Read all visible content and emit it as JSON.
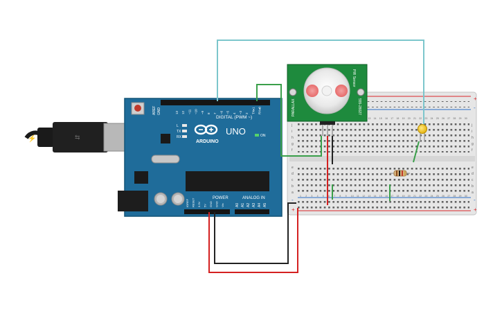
{
  "arduino": {
    "brand": "ARDUINO",
    "model": "UNO",
    "digital_header_label": "DIGITAL (PWM ~)",
    "power_header_label": "POWER",
    "analog_header_label": "ANALOG IN",
    "on_label": "ON",
    "led_labels": [
      "L",
      "TX",
      "RX"
    ],
    "aref_label": "AREF",
    "gnd_label": "GND",
    "digital_pins": [
      "13",
      "12",
      "~11",
      "~10",
      "~9",
      "8",
      "7",
      "~6",
      "~5",
      "4",
      "~3",
      "2",
      "TX▸1",
      "RX◂0"
    ],
    "power_pins": [
      "IOREF",
      "RESET",
      "3.3V",
      "5V",
      "GND",
      "GND",
      "Vin"
    ],
    "analog_pins": [
      "A0",
      "A1",
      "A2",
      "A3",
      "A4",
      "A5"
    ]
  },
  "pir_sensor": {
    "brand": "PARALLAX",
    "title": "PIR Sensor",
    "part_number": "555-28027"
  },
  "breadboard": {
    "row_letters_top": [
      "j",
      "i",
      "h",
      "g",
      "f"
    ],
    "row_letters_bottom": [
      "e",
      "d",
      "c",
      "b",
      "a"
    ],
    "column_numbers": [
      "1",
      "2",
      "3",
      "4",
      "5",
      "6",
      "7",
      "8",
      "9",
      "10",
      "11",
      "12",
      "13",
      "14",
      "15",
      "16",
      "17",
      "18",
      "19",
      "20",
      "21",
      "22",
      "23",
      "24",
      "25",
      "26",
      "27",
      "28",
      "29",
      "30"
    ],
    "rail_plus": "+",
    "rail_minus": "-"
  },
  "colors": {
    "board_blue": "#1f6c9a",
    "board_edge": "#145577",
    "breadboard_body": "#e8e8e8",
    "rail_red": "#d9262a",
    "rail_blue": "#2b6fc7",
    "wire_teal": "#7cc6cc",
    "wire_green": "#3a9f4a",
    "wire_red": "#d42020",
    "wire_black": "#222222",
    "pir_pcb": "#1e8a3d",
    "led_yellow": "#f4c21a"
  }
}
